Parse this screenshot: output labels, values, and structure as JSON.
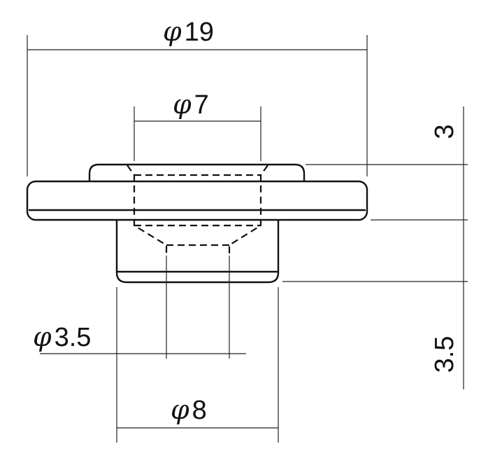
{
  "colors": {
    "line": "#111111",
    "background": "#ffffff"
  },
  "dimensions": {
    "phi_symbol": "φ",
    "outer_flange_diameter": "19",
    "inner_hole_diameter": "7",
    "through_hole_diameter": "3.5",
    "boss_diameter": "8",
    "upper_height": "3",
    "boss_height": "3.5"
  }
}
